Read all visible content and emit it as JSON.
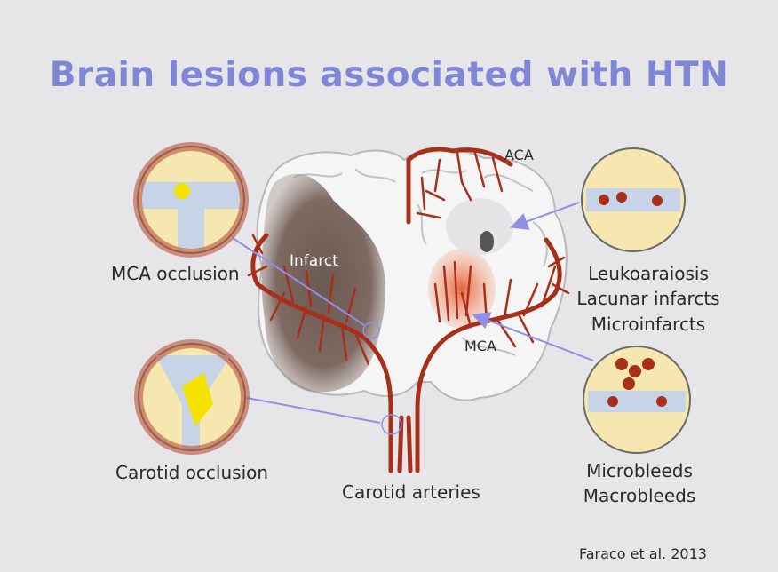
{
  "title": "Brain lesions associated with HTN",
  "labels": {
    "mca_occlusion": "MCA occlusion",
    "carotid_occlusion": "Carotid occlusion",
    "carotid_arteries": "Carotid arteries",
    "infarct": "Infarct",
    "aca": "ACA",
    "mca": "MCA",
    "leukoaraiosis": "Leukoaraiosis",
    "lacunar_infarcts": "Lacunar infarcts",
    "microinfarcts": "Microinfarcts",
    "microbleeds": "Microbleeds",
    "macrobleeds": "Macrobleeds"
  },
  "citation": "Faraco et al. 2013",
  "colors": {
    "title": "#7f86d6",
    "artery": "#a8301a",
    "arrow": "#8f8fe6",
    "infarct": "#6e5a52",
    "lesion": "#e8633a"
  }
}
